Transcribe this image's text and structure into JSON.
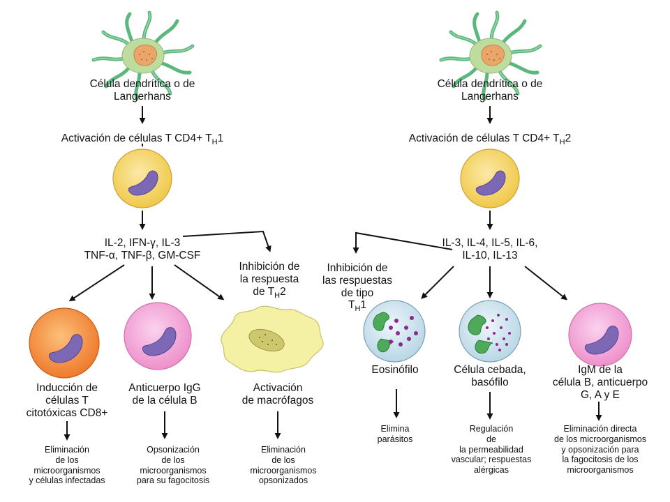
{
  "left": {
    "dendritic_cell": [
      "Célula dendrítica o de",
      "Langerhans"
    ],
    "activation": [
      "Activación de células T CD4+ T",
      "H",
      "1"
    ],
    "cytokines": [
      "IL-2, IFN-γ, IL-3",
      "TNF-α, TNF-β, GM-CSF"
    ],
    "inhibition": [
      "Inhibición de",
      "la respuesta",
      "de T",
      "H",
      "2"
    ],
    "branches": [
      {
        "cell": "orange-cell",
        "label": [
          "Inducción de",
          "células T",
          "citotóxicas CD8+"
        ],
        "result": [
          "Eliminación",
          "de los",
          "microorganismos",
          "y células infectadas"
        ]
      },
      {
        "cell": "pink-cell",
        "label": [
          "Anticuerpo IgG",
          "de la célula B"
        ],
        "result": [
          "Opsonización",
          "de los",
          "microorganismos",
          "para su fagocitosis"
        ]
      },
      {
        "cell": "macrophage",
        "label": [
          "Activación",
          "de macrófagos"
        ],
        "result": [
          "Eliminación",
          "de los",
          "microorganismos",
          "opsonizados"
        ]
      }
    ]
  },
  "right": {
    "dendritic_cell": [
      "Célula dendrítica o de",
      "Langerhans"
    ],
    "activation": [
      "Activación de células T CD4+ T",
      "H",
      "2"
    ],
    "cytokines": [
      "IL-3, IL-4, IL-5, IL-6,",
      "IL-10, IL-13"
    ],
    "inhibition": [
      "Inhibición de",
      "las respuestas",
      "de tipo",
      "T",
      "H",
      "1"
    ],
    "branches": [
      {
        "cell": "eosinophil",
        "label": [
          "Eosinófilo"
        ],
        "result": [
          "Elimina",
          "parásitos"
        ]
      },
      {
        "cell": "mast-cell",
        "label": [
          "Célula cebada,",
          "basófilo"
        ],
        "result": [
          "Regulación",
          "de",
          "la permeabilidad",
          "vascular; respuestas",
          "alérgicas"
        ]
      },
      {
        "cell": "pink-cell",
        "label": [
          "IgM de la",
          "célula B, anticuerpo",
          "G, A y E"
        ],
        "result": [
          "Eliminación directa",
          "de los microorganismos",
          "y opsonización para",
          "la fagocitosis de los",
          "microorganismos"
        ]
      }
    ]
  },
  "colors": {
    "dendritic_body": "#b9dc9c",
    "dendritic_arms": "#6ec28a",
    "dendritic_nucleus": "#e8a76a",
    "th_cell": "#f5d66a",
    "nucleus_purple": "#7a6ab0",
    "orange_cell": "#f08a3c",
    "pink_cell": "#f3a6d6",
    "macrophage": "#f3f0a2",
    "eos_fill": "#d4e8f0",
    "eos_green": "#55b060",
    "granule": "#8a2a8a"
  }
}
